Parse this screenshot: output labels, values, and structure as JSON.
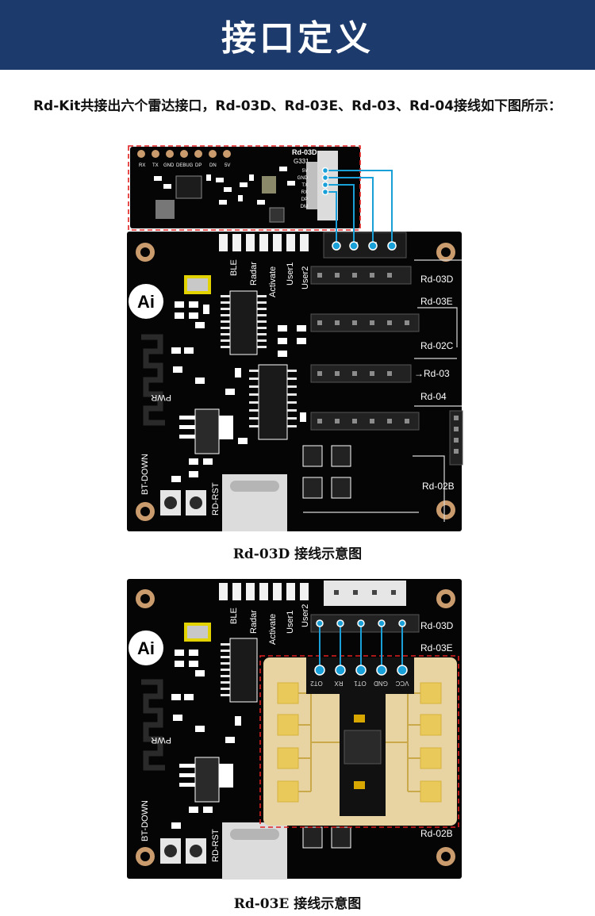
{
  "header": {
    "title": "接口定义"
  },
  "intro": "Rd-Kit共接出六个雷达接口，Rd-03D、Rd-03E、Rd-03、Rd-04接线如下图所示：",
  "colors": {
    "banner": "#1d3a6c",
    "board": "#000000",
    "wire": "#1aa0d8",
    "dash": "#e02020",
    "pad": "#c99b6d",
    "antenna": "#e8d3a2"
  },
  "figure1": {
    "caption": "Rd-03D 接线示意图",
    "module_name": "Rd-03D",
    "module_code": "G331",
    "top_pins": [
      "RX",
      "TX",
      "GND",
      "DEBUG",
      "DP",
      "DN",
      "5V"
    ],
    "side_pins": [
      "5V",
      "GND",
      "TX",
      "RX",
      "DP",
      "DM"
    ],
    "silk": [
      "BLE",
      "Radar",
      "Activate",
      "User1",
      "User2",
      "PWR",
      "BT-DOWN",
      "RD-RST"
    ],
    "ports": [
      "Rd-03D",
      "Rd-03E",
      "Rd-02C",
      "→Rd-03",
      "Rd-04",
      "Rd-02B"
    ],
    "logo": "Ai"
  },
  "figure2": {
    "caption": "Rd-03E 接线示意图",
    "silk": [
      "BLE",
      "Radar",
      "Activate",
      "User1",
      "User2",
      "PWR",
      "BT-DOWN",
      "RD-RST"
    ],
    "ports": [
      "Rd-03D",
      "Rd-03E",
      "Rd-02B"
    ],
    "module_pins": [
      "OT2",
      "RX",
      "OT1",
      "GND",
      "VCC"
    ],
    "logo": "Ai"
  }
}
